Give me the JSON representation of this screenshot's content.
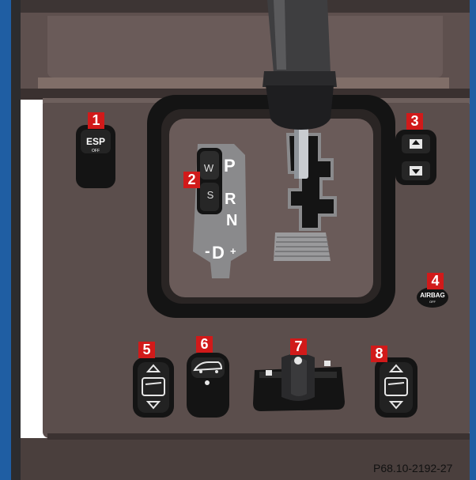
{
  "figure": {
    "reference_code": "P68.10-2192-27",
    "colors": {
      "trim_edge": "#1f5ea3",
      "panel": "#5b4e4c",
      "panel_light": "#6a5b59",
      "wood_strip": "#806e68",
      "callout_red": "#d11a1a",
      "switch_black": "#141414"
    }
  },
  "callouts": [
    {
      "id": "1",
      "label": "1"
    },
    {
      "id": "2",
      "label": "2"
    },
    {
      "id": "3",
      "label": "3"
    },
    {
      "id": "4",
      "label": "4"
    },
    {
      "id": "5",
      "label": "5"
    },
    {
      "id": "6",
      "label": "6"
    },
    {
      "id": "7",
      "label": "7"
    },
    {
      "id": "8",
      "label": "8"
    }
  ],
  "switches": {
    "esp": {
      "label": "ESP",
      "sublabel": "OFF"
    },
    "airbag": {
      "label": "AIRBAG",
      "sublabel": "OFF"
    },
    "program_selector": {
      "top": "W",
      "bottom": "S"
    }
  },
  "gear_plate": {
    "p": "P",
    "r": "R",
    "n": "N",
    "minus": "-",
    "d": "D",
    "plus": "+"
  }
}
